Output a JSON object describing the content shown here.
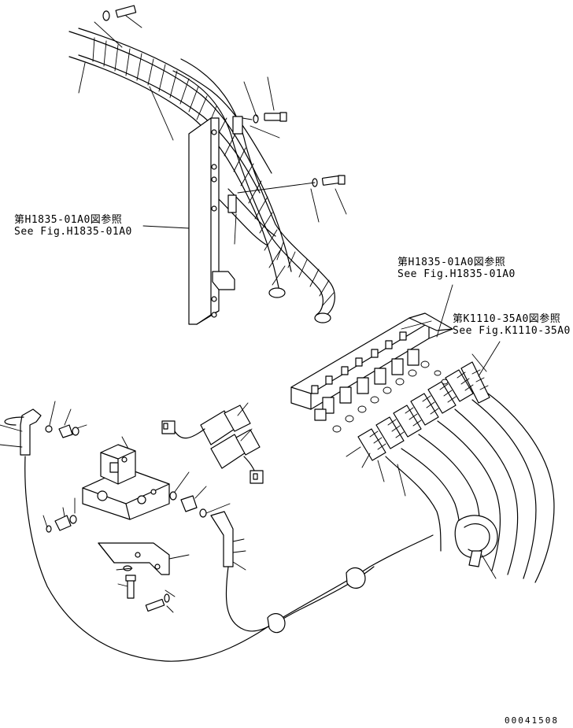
{
  "diagram": {
    "references": [
      {
        "jp": "第H1835-01A0図参照",
        "en": "See Fig.H1835-01A0"
      },
      {
        "jp": "第H1835-01A0図参照",
        "en": "See Fig.H1835-01A0"
      },
      {
        "jp": "第K1110-35A0図参照",
        "en": "See Fig.K1110-35A0"
      }
    ],
    "document_number": "00041508"
  }
}
